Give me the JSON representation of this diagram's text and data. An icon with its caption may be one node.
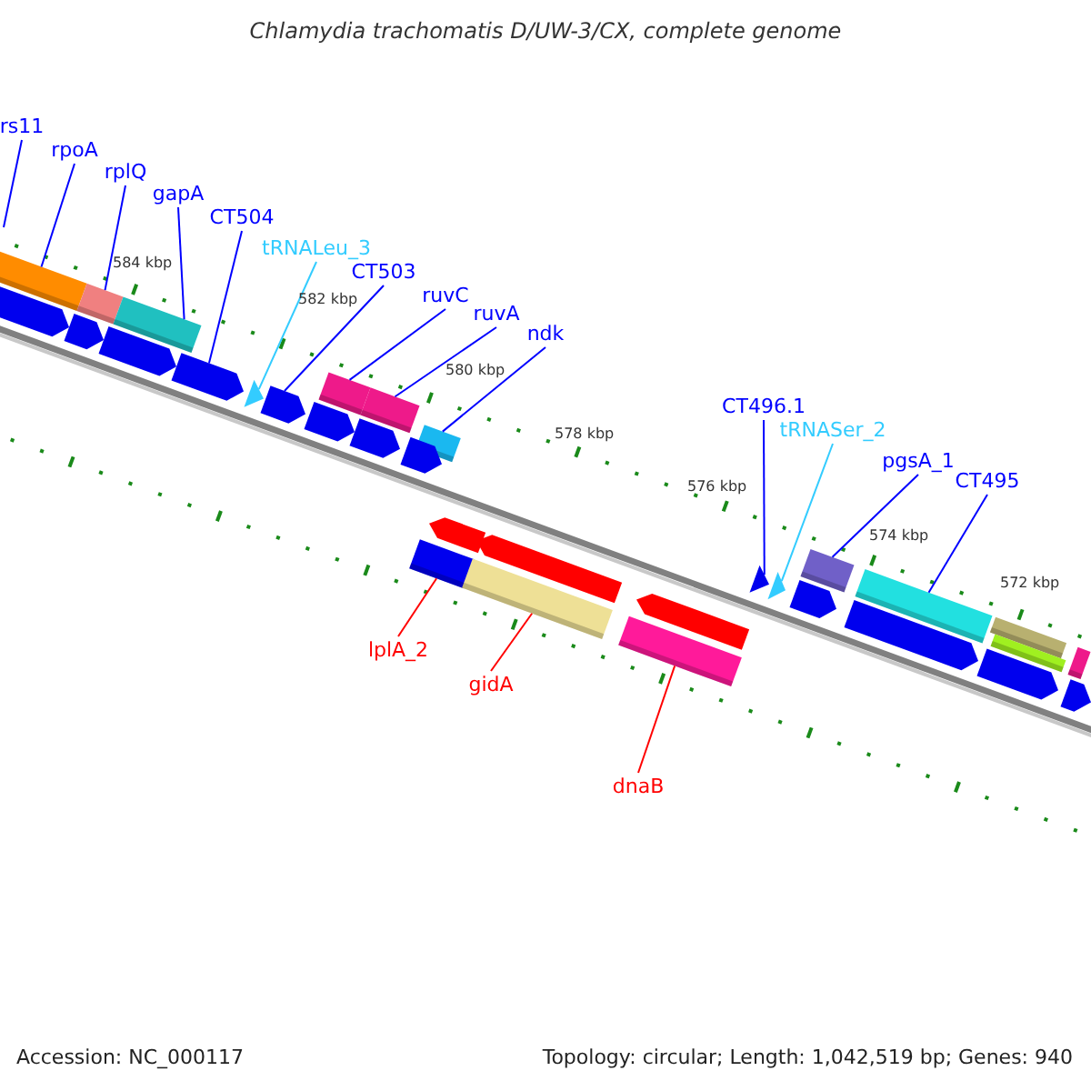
{
  "diagram": {
    "title": "Chlamydia trachomatis D/UW-3/CX, complete genome",
    "nodes": [
      {
        "text": [
          "rs11"
        ]
      },
      {
        "text": [
          "rpoA"
        ]
      },
      {
        "text": [],
        "shape": "bar"
      },
      {
        "text": [
          "rplQ"
        ]
      },
      {
        "text": [],
        "shape": "bar"
      },
      {
        "text": [
          "gapA"
        ]
      },
      {
        "text": [],
        "shape": "bar"
      },
      {
        "text": [],
        "shape": "arrow"
      },
      {
        "text": [],
        "shape": "arrow"
      },
      {
        "text": [],
        "shape": "arrow"
      },
      {
        "text": [
          "CT504"
        ]
      },
      {
        "text": [],
        "shape": "arrow"
      },
      {
        "text": [
          "tRNALeu_3"
        ]
      },
      {
        "text": [],
        "shape": "triangle"
      },
      {
        "text": [
          "CT503"
        ]
      },
      {
        "text": [],
        "shape": "arrow"
      },
      {
        "text": [
          "ruvC"
        ]
      },
      {
        "text": [],
        "shape": "bar"
      },
      {
        "text": [
          "ruvA"
        ]
      },
      {
        "text": [],
        "shape": "bar"
      },
      {
        "text": [],
        "shape": "arrow"
      },
      {
        "text": [],
        "shape": "arrow"
      },
      {
        "text": [
          "ndk"
        ]
      },
      {
        "text": [],
        "shape": "bar"
      },
      {
        "text": [],
        "shape": "arrow"
      },
      {
        "text": [
          "lplA_2"
        ]
      },
      {
        "text": [],
        "shape": "bar"
      },
      {
        "text": [],
        "shape": "arrow"
      },
      {
        "text": [
          "gidA"
        ]
      },
      {
        "text": [],
        "shape": "bar"
      },
      {
        "text": [],
        "shape": "arrow"
      },
      {
        "text": [],
        "shape": "arrow"
      },
      {
        "text": [
          "dnaB"
        ]
      },
      {
        "text": [],
        "shape": "bar"
      },
      {
        "text": [
          "CT496.1"
        ]
      },
      {
        "text": [],
        "shape": "triangle"
      },
      {
        "text": [
          "tRNASer_2"
        ]
      },
      {
        "text": [],
        "shape": "triangle"
      },
      {
        "text": [
          "pgsA_1"
        ]
      },
      {
        "text": [],
        "shape": "bar"
      },
      {
        "text": [],
        "shape": "arrow"
      },
      {
        "text": [
          "CT495"
        ]
      },
      {
        "text": [],
        "shape": "bar"
      },
      {
        "text": [],
        "shape": "arrow"
      },
      {
        "text": [],
        "shape": "bar"
      },
      {
        "text": [],
        "shape": "bar"
      },
      {
        "text": [],
        "shape": "arrow"
      },
      {
        "text": [],
        "shape": "bar"
      },
      {
        "text": [],
        "shape": "arrow"
      }
    ],
    "edges": [
      {
        "from": 0,
        "to": null,
        "arrow": "none"
      },
      {
        "from": 1,
        "to": 2,
        "arrow": "none"
      },
      {
        "from": 3,
        "to": 4,
        "arrow": "none"
      },
      {
        "from": 5,
        "to": 6,
        "arrow": "none"
      },
      {
        "from": 10,
        "to": 11,
        "arrow": "none"
      },
      {
        "from": 12,
        "to": 13,
        "arrow": "none",
        "color": "#33ccff"
      },
      {
        "from": 14,
        "to": 15,
        "arrow": "none"
      },
      {
        "from": 16,
        "to": 17,
        "arrow": "none"
      },
      {
        "from": 18,
        "to": 19,
        "arrow": "none"
      },
      {
        "from": 22,
        "to": 23,
        "arrow": "none"
      },
      {
        "from": 34,
        "to": 35,
        "arrow": "none"
      },
      {
        "from": 36,
        "to": 37,
        "arrow": "none",
        "color": "#33ccff"
      },
      {
        "from": 38,
        "to": 39,
        "arrow": "none"
      },
      {
        "from": 41,
        "to": 42,
        "arrow": "none"
      },
      {
        "from": 25,
        "to": 26,
        "arrow": "none",
        "color": "#ff0000"
      },
      {
        "from": 28,
        "to": 29,
        "arrow": "none",
        "color": "#ff0000"
      },
      {
        "from": 32,
        "to": 33,
        "arrow": "none",
        "color": "#ff0000"
      }
    ],
    "labels": [
      "584 kbp",
      "582 kbp",
      "580 kbp",
      "578 kbp",
      "576 kbp",
      "574 kbp",
      "572 kbp",
      "Accession: NC_000117",
      "Topology: circular; Length: 1,042,519 bp; Genes: 940"
    ]
  }
}
